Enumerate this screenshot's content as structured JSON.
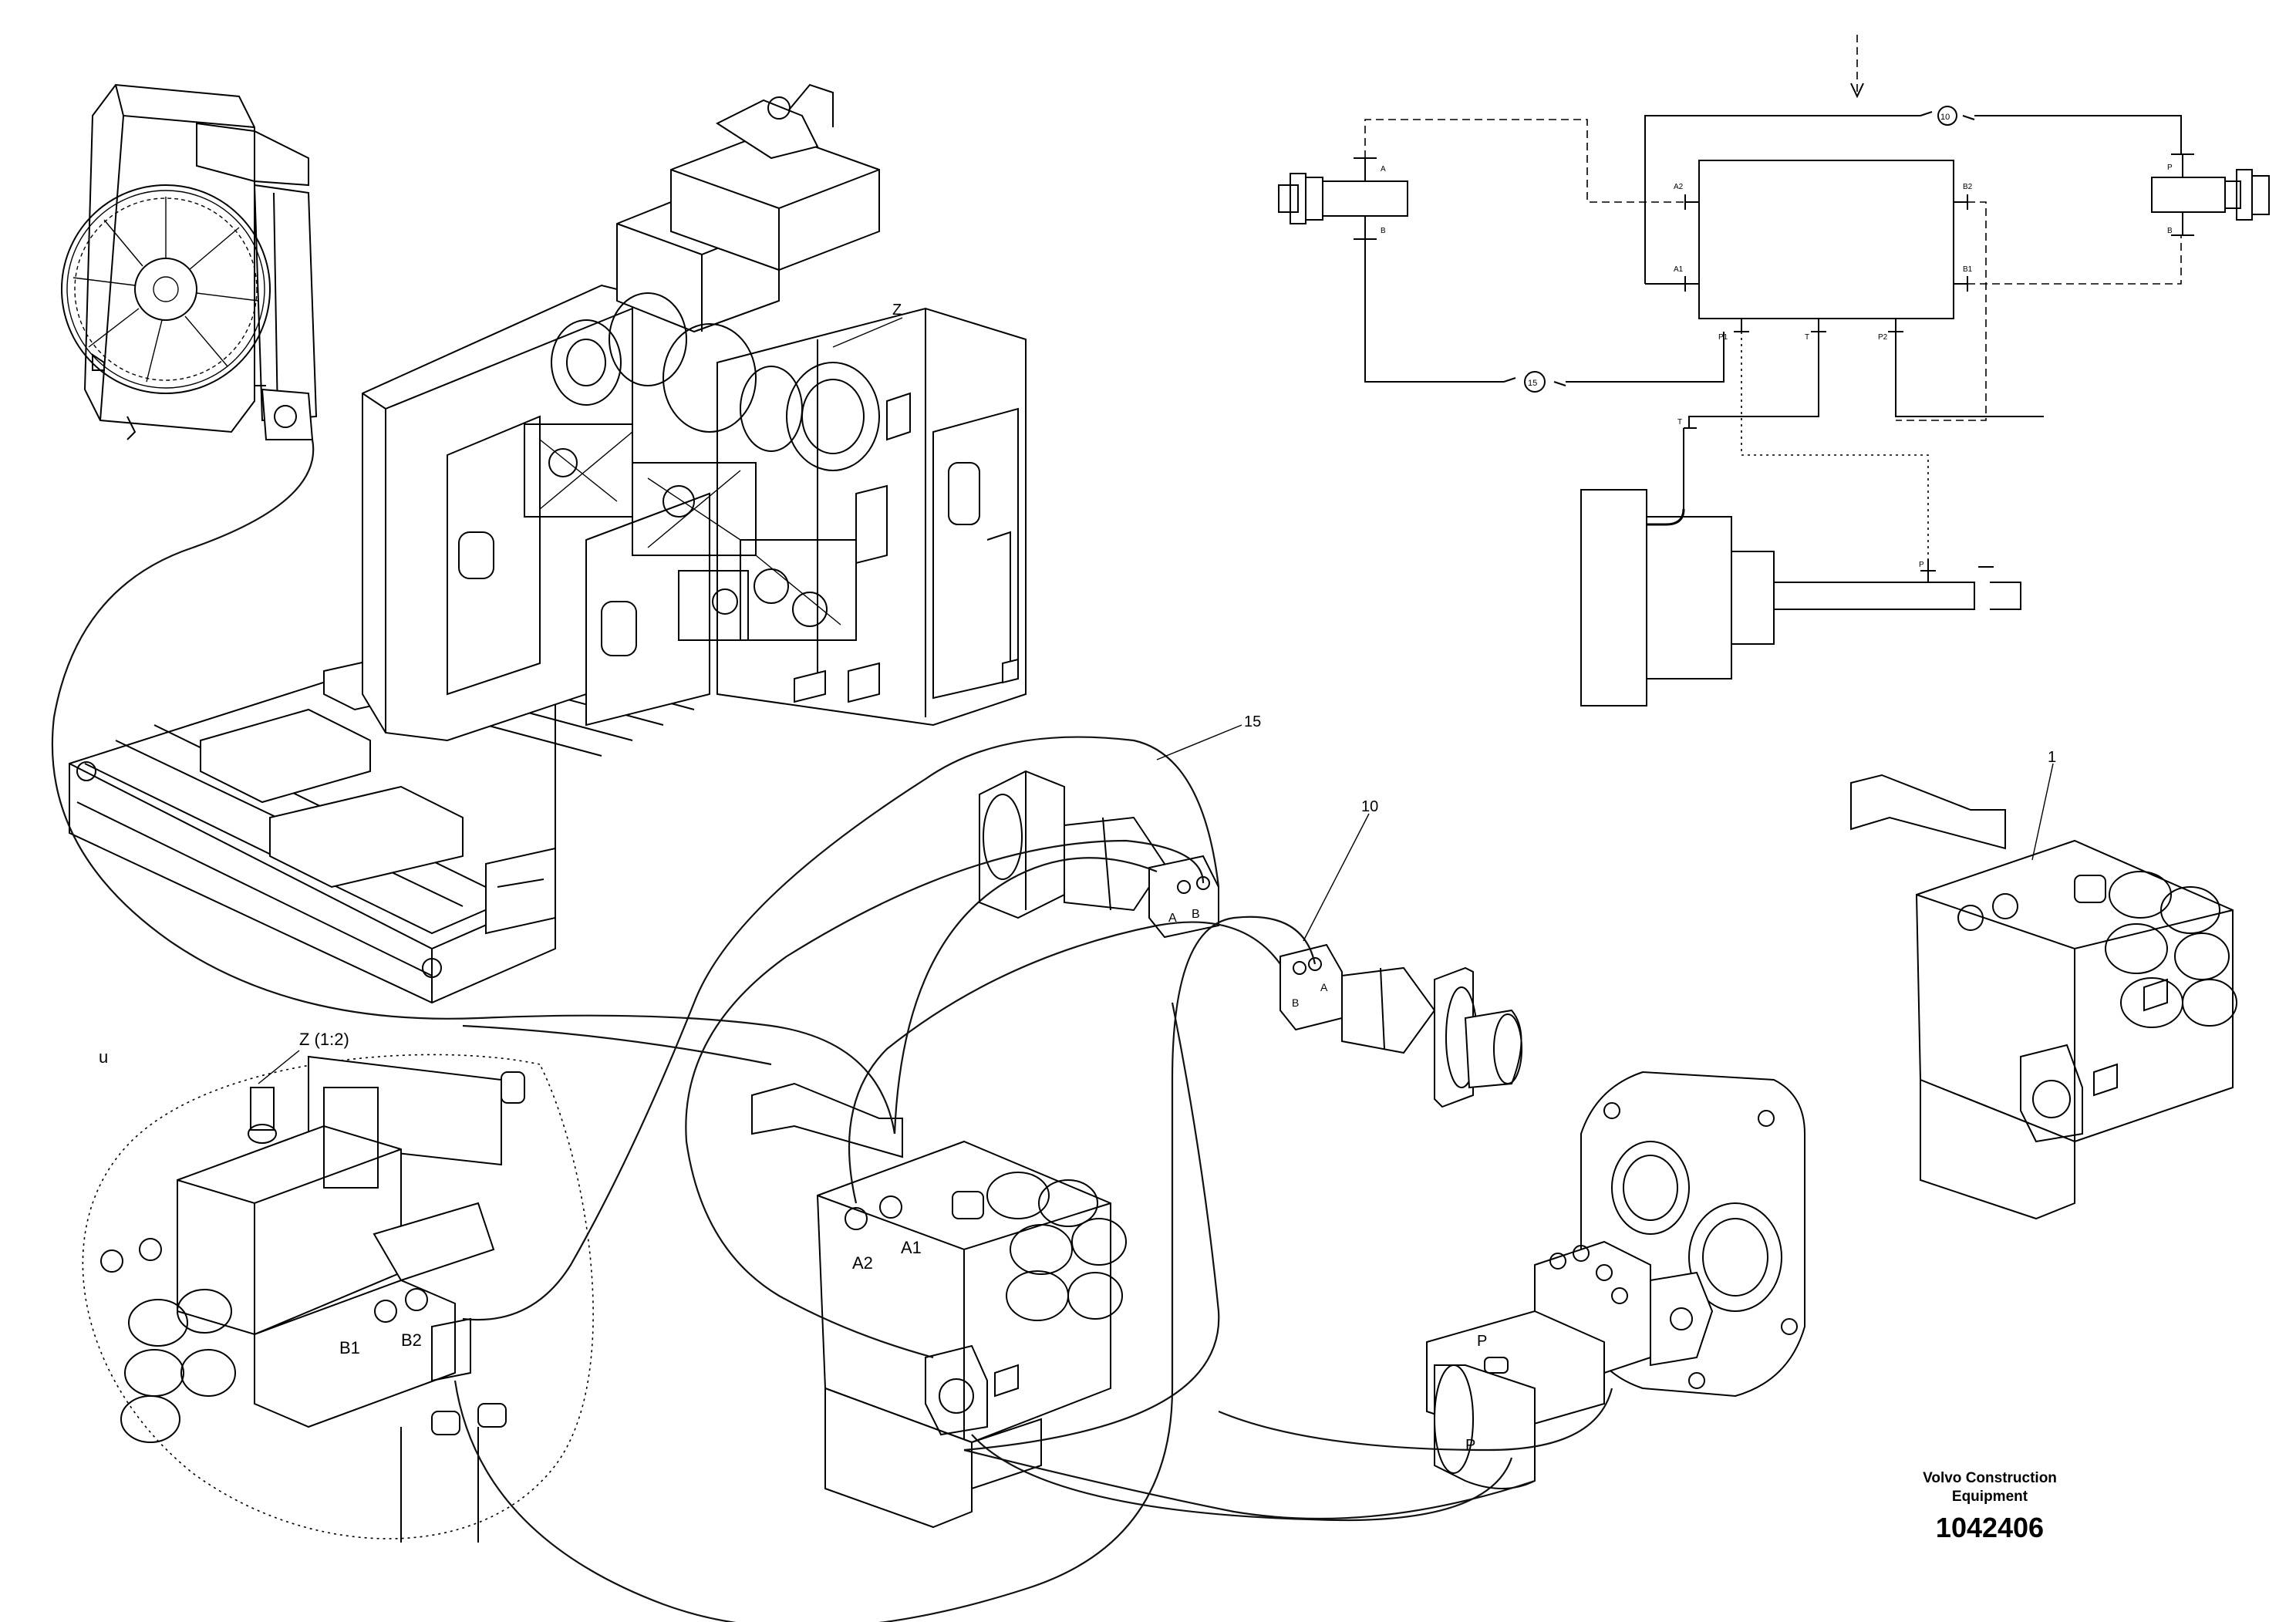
{
  "brand": {
    "line1": "Volvo Construction",
    "line2": "Equipment",
    "document_number": "1042406"
  },
  "callouts": {
    "item_1": "1",
    "item_10": "10",
    "item_15": "15",
    "view_z": "Z",
    "detail_z": "Z (1:2)",
    "mark_u": "u"
  },
  "port_labels": {
    "a1": "A1",
    "a2": "A2",
    "b1": "B1",
    "b2": "B2",
    "a": "A",
    "b": "B",
    "p": "P",
    "t": "T",
    "p1": "P1",
    "p2": "P2"
  },
  "schematic": {
    "valve_ports": [
      "A2",
      "B2",
      "A1",
      "B1",
      "P1",
      "T",
      "P2"
    ],
    "left_motor_ports": [
      "A",
      "B"
    ],
    "right_motor_ports": [
      "P",
      "B"
    ],
    "hose_10": "10",
    "hose_15": "15"
  },
  "colors": {
    "line": "#000000",
    "background": "#ffffff"
  }
}
